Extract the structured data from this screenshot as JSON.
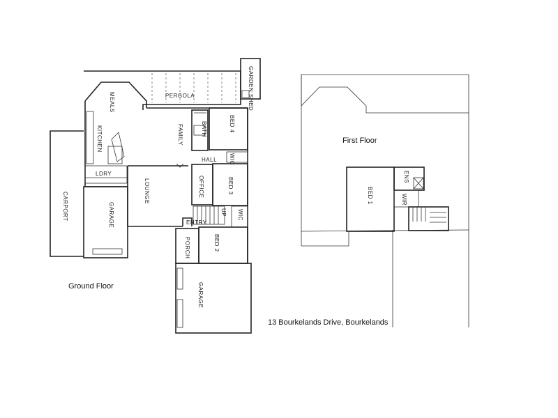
{
  "labels": {
    "ground_floor": "Ground Floor",
    "first_floor": "First Floor",
    "address": "13 Bourkelands Drive, Bourkelands"
  },
  "ground_rooms": {
    "pergola": "PERGOLA",
    "garden_shed": "GARDEN SHED",
    "meals": "MEALS",
    "kitchen": "KITCHEN",
    "family": "FAMILY",
    "bath": "BATH",
    "bed4": "BED 4",
    "hall": "HALL",
    "wic_hall": "WIC",
    "ldry": "LDRY",
    "lounge": "LOUNGE",
    "office": "OFFICE",
    "bed3": "BED 3",
    "carport": "CARPORT",
    "garage_left": "GARAGE",
    "entry": "ENTRY",
    "up": "UP",
    "wic_entry": "WIC",
    "porch": "PORCH",
    "bed2": "BED 2",
    "garage_bottom": "GARAGE"
  },
  "first_rooms": {
    "bed1": "BED 1",
    "ens": "ENS",
    "wir": "WIR"
  }
}
